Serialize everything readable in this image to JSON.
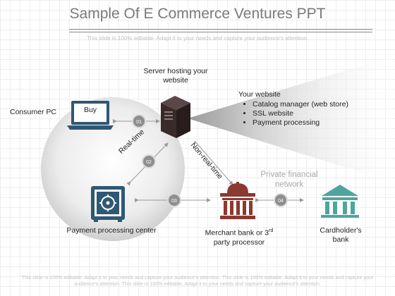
{
  "title": "Sample Of E Commerce Ventures PPT",
  "subtitle": "This slide is 100% editable. Adapt it to your needs and capture your audience's attention.",
  "footer": "This slide is 100% editable. Adapt it to your needs and capture your audience's attention. This slide is 100% editable. Adapt it to your needs and capture your audience's attention. This slide is 100% editable. Adapt it to your needs and capture your audience's attention.",
  "nodes": {
    "server": "Server hosting your website",
    "consumer_pc": "Consumer PC",
    "buy": "Buy",
    "payment_center": "Payment processing center",
    "merchant_bank": "Merchant bank or 3rd party processor",
    "cardholder_bank": "Cardholder's bank"
  },
  "website": {
    "heading": "Your website",
    "items": [
      "Catalog manager (web store)",
      "SSL website",
      "Payment processing"
    ]
  },
  "network_label": "Private financial network",
  "connections": {
    "realtime": "Real-time",
    "nonrealtime": "Non-real-time"
  },
  "badges": [
    "01",
    "02",
    "03",
    "04"
  ],
  "icons": {
    "laptop": "laptop-icon",
    "server": "server-tower-icon",
    "safe": "safe-icon",
    "bank_dark": "bank-icon",
    "bank_teal": "bank-icon"
  },
  "colors": {
    "laptop": "#2f5873",
    "server": "#3a2a2a",
    "safe": "#2f5873",
    "merchant_bank": "#8a3a30",
    "cardholder_bank": "#4fa59e",
    "badge": "#8e8e8e",
    "title": "#7a7a7a"
  }
}
